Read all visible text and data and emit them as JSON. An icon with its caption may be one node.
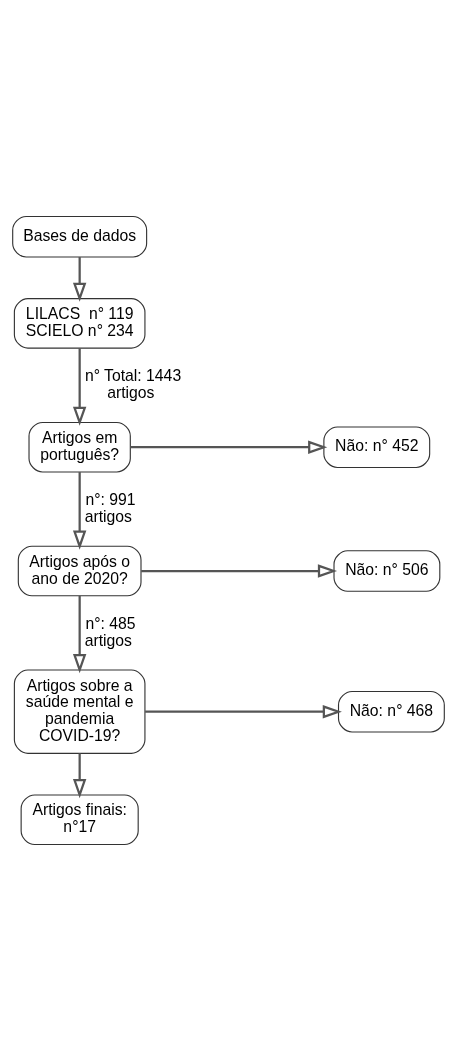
{
  "diagram": {
    "nodes": [
      {
        "text": [
          "Bases de dados"
        ]
      },
      {
        "text": [
          "LILACS  n° 119 SCIELO n° 234"
        ]
      },
      {
        "text": [
          "Artigos em português?"
        ]
      },
      {
        "text": [
          "Não: n° 452"
        ]
      },
      {
        "text": [
          "Artigos após o ano de 2020?"
        ]
      },
      {
        "text": [
          "Não: n° 506"
        ]
      },
      {
        "text": [
          "Artigos sobre a saúde mental e pandemia COVID-19?"
        ]
      },
      {
        "text": [
          "Não: n° 468"
        ]
      },
      {
        "text": [
          "Artigos finais: n°17"
        ]
      }
    ],
    "edges": [
      {
        "from": 0,
        "to": 1,
        "arrow": "to"
      },
      {
        "from": 1,
        "to": 2,
        "arrow": "to",
        "label": "n° Total: 1443 artigos"
      },
      {
        "from": 2,
        "to": 3,
        "arrow": "to"
      },
      {
        "from": 2,
        "to": 4,
        "arrow": "to",
        "label": "n°: 991 artigos"
      },
      {
        "from": 4,
        "to": 5,
        "arrow": "to"
      },
      {
        "from": 4,
        "to": 6,
        "arrow": "to",
        "label": "n°: 485 artigos"
      },
      {
        "from": 6,
        "to": 7,
        "arrow": "to"
      },
      {
        "from": 6,
        "to": 8,
        "arrow": "to"
      }
    ]
  }
}
